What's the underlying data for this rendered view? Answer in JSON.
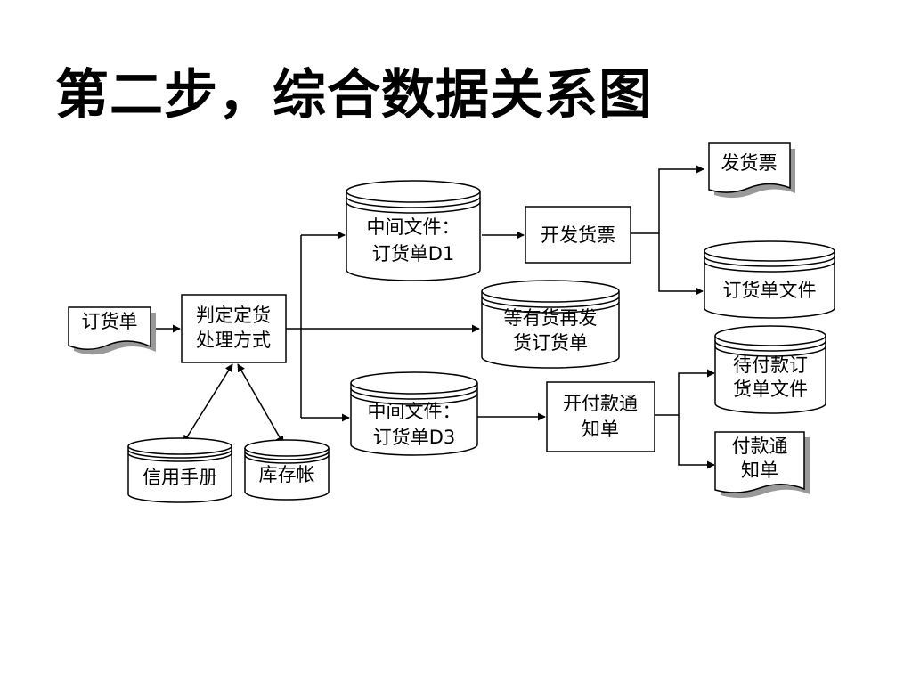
{
  "title": "第二步，综合数据关系图",
  "nodes": {
    "order_doc": "订货单",
    "decide_line1": "判定定货",
    "decide_line2": "处理方式",
    "mid_d1_line1": "中间文件：",
    "mid_d1_line2": "订货单D1",
    "issue_invoice": "开发货票",
    "invoice_doc": "发货票",
    "order_file": "订货单文件",
    "wait_line1": "等有货再发",
    "wait_line2": "货订货单",
    "mid_d3_line1": "中间文件：",
    "mid_d3_line2": "订货单D3",
    "pay_notice_line1": "开付款通",
    "pay_notice_line2": "知单",
    "pending_line1": "待付款订",
    "pending_line2": "货单文件",
    "notice_line1": "付款通",
    "notice_line2": "知单",
    "credit_manual": "信用手册",
    "inventory": "库存帐"
  }
}
